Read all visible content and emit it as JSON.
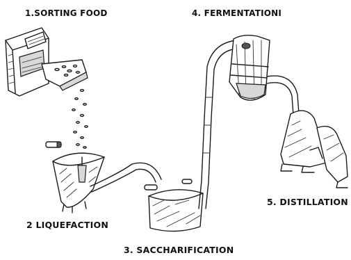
{
  "steps": [
    {
      "number": "1",
      "label": "1.SORTING FOOD"
    },
    {
      "number": "2",
      "label": "2 LIQUEFACTION"
    },
    {
      "number": "3",
      "label": "3. SACCHARIFICATION"
    },
    {
      "number": "4",
      "label": "4. FERMENTATIONI"
    },
    {
      "number": "5",
      "label": "5. DISTILLATION"
    }
  ]
}
